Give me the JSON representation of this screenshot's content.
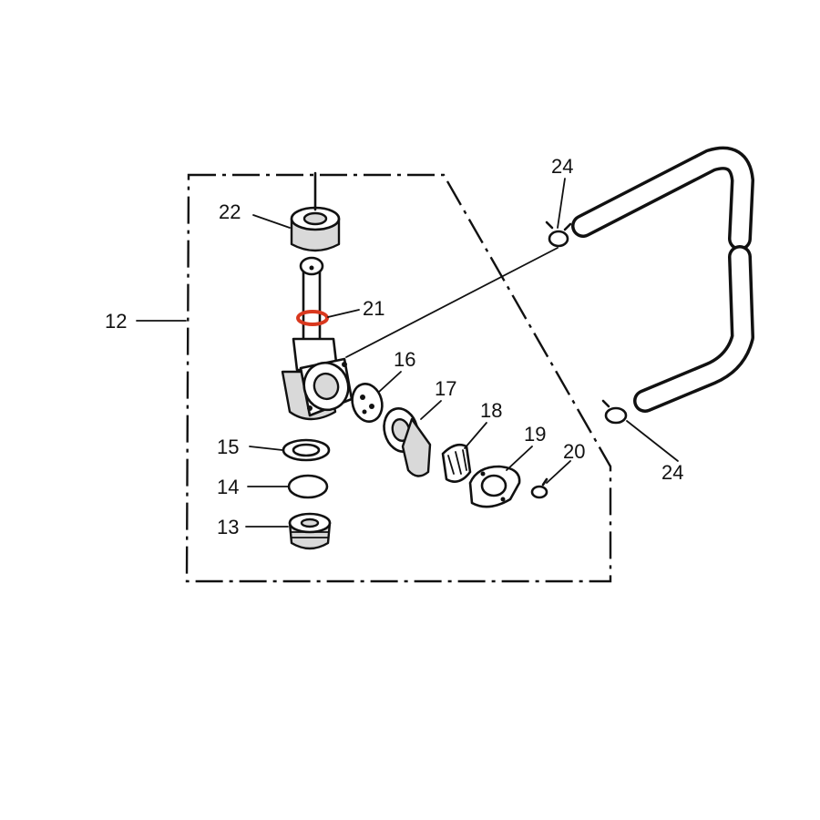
{
  "diagram": {
    "callouts": {
      "c12": "12",
      "c13": "13",
      "c14": "14",
      "c15": "15",
      "c16": "16",
      "c17": "17",
      "c18": "18",
      "c19": "19",
      "c20": "20",
      "c21": "21",
      "c22": "22",
      "c24a": "24",
      "c24b": "24"
    },
    "highlight": {
      "part": "21",
      "color": "#d9381e"
    }
  }
}
